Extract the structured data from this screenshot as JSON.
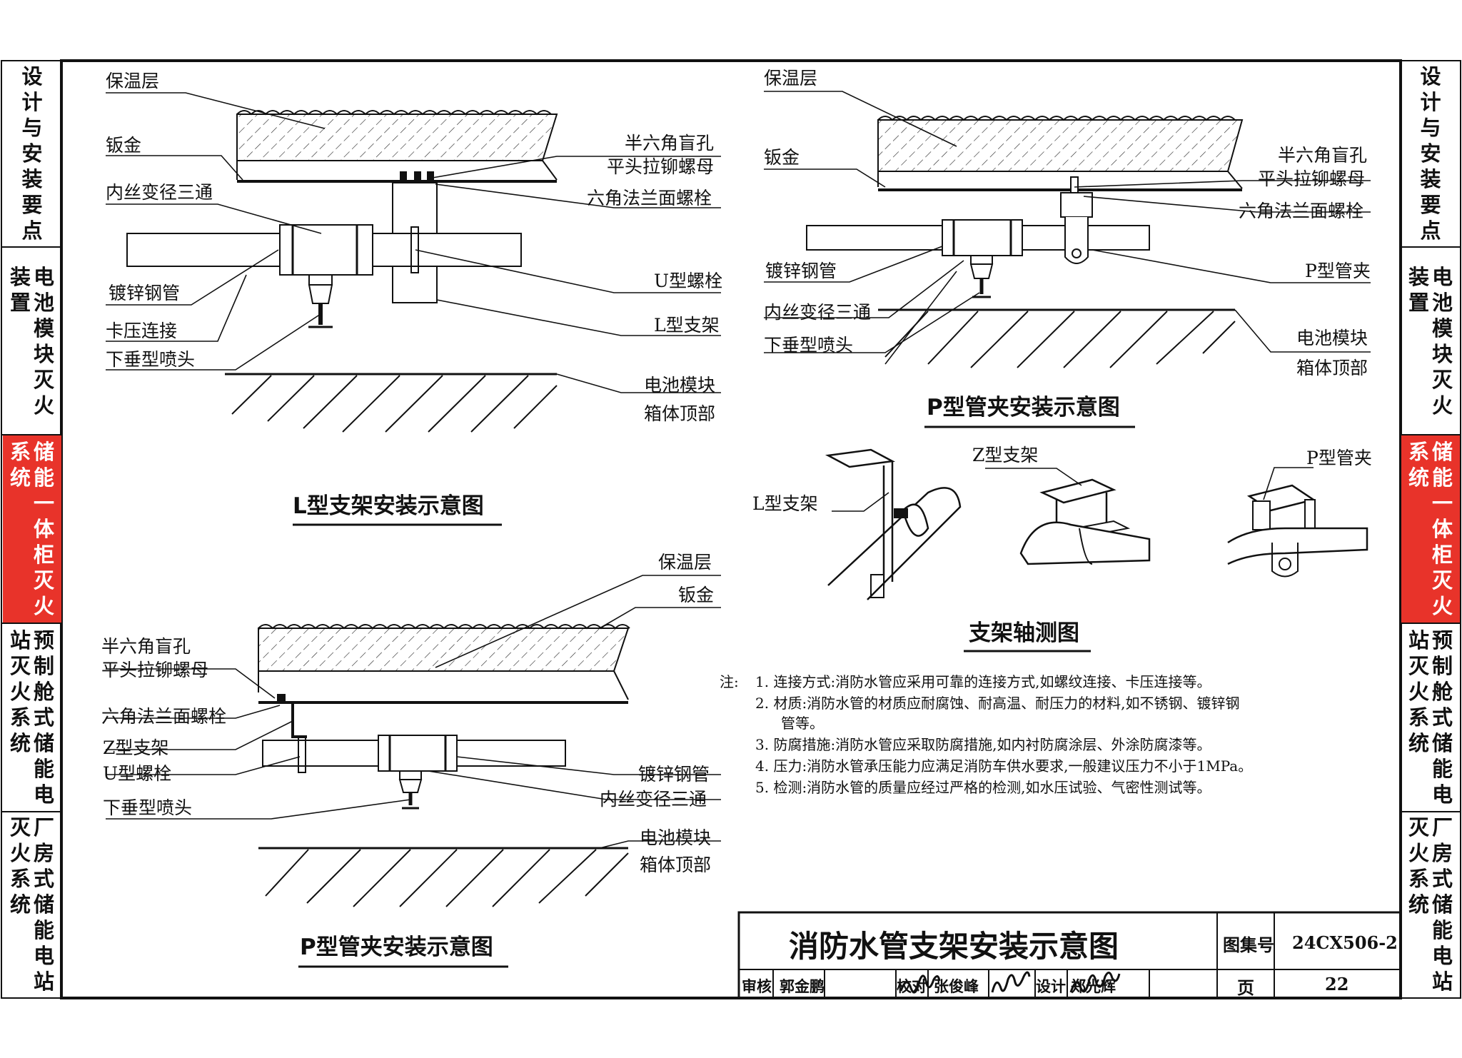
{
  "side_tabs": [
    {
      "id": "design",
      "lines": [
        "设计与安装要点"
      ],
      "active": false
    },
    {
      "id": "battery",
      "lines": [
        "电池模块灭火",
        "装置"
      ],
      "active": false
    },
    {
      "id": "cabinet",
      "lines": [
        "储能一体柜灭火",
        "系统"
      ],
      "active": true
    },
    {
      "id": "prefab",
      "lines": [
        "预制舱式储能电",
        "站灭火系统"
      ],
      "active": false
    },
    {
      "id": "factory",
      "lines": [
        "厂房式储能电站",
        "灭火系统"
      ],
      "active": false
    }
  ],
  "diagram_l_bracket": {
    "title": "L型支架安装示意图",
    "labels": {
      "insulation": "保温层",
      "sheet_metal": "钣金",
      "reducing_tee": "内丝变径三通",
      "galv_pipe": "镀锌钢管",
      "press_connect": "卡压连接",
      "pendent_sprinkler": "下垂型喷头",
      "blind_nut_1": "半六角盲孔",
      "blind_nut_2": "平头拉铆螺母",
      "flange_bolt": "六角法兰面螺栓",
      "u_bolt": "U型螺栓",
      "l_bracket": "L型支架",
      "battery_top_1": "电池模块",
      "battery_top_2": "箱体顶部"
    }
  },
  "diagram_p_clamp_top": {
    "title": "P型管夹安装示意图",
    "labels": {
      "insulation": "保温层",
      "sheet_metal": "钣金",
      "blind_nut_1": "半六角盲孔",
      "blind_nut_2": "平头拉铆螺母",
      "flange_bolt": "六角法兰面螺栓",
      "galv_pipe": "镀锌钢管",
      "reducing_tee": "内丝变径三通",
      "pendent_sprinkler": "下垂型喷头",
      "p_clamp": "P型管夹",
      "battery_top_1": "电池模块",
      "battery_top_2": "箱体顶部"
    }
  },
  "diagram_z_bracket": {
    "title": "P型管夹安装示意图",
    "labels": {
      "insulation": "保温层",
      "sheet_metal": "钣金",
      "blind_nut_1": "半六角盲孔",
      "blind_nut_2": "平头拉铆螺母",
      "flange_bolt": "六角法兰面螺栓",
      "z_bracket": "Z型支架",
      "u_bolt": "U型螺栓",
      "pendent_sprinkler": "下垂型喷头",
      "galv_pipe": "镀锌钢管",
      "reducing_tee": "内丝变径三通",
      "battery_top_1": "电池模块",
      "battery_top_2": "箱体顶部"
    }
  },
  "diagram_axonometric": {
    "title": "支架轴测图",
    "labels": {
      "l_bracket": "L型支架",
      "z_bracket": "Z型支架",
      "p_clamp": "P型管夹"
    }
  },
  "notes": {
    "prefix": "注:",
    "items": [
      "1. 连接方式:消防水管应采用可靠的连接方式,如螺纹连接、卡压连接等。",
      "2. 材质:消防水管的材质应耐腐蚀、耐高温、耐压力的材料,如不锈钢、镀锌钢",
      "管等。",
      "3. 防腐措施:消防水管应采取防腐措施,如内衬防腐涂层、外涂防腐漆等。",
      "4. 压力:消防水管承压能力应满足消防车供水要求,一般建议压力不小于1MPa。",
      "5. 检测:消防水管的质量应经过严格的检测,如水压试验、气密性测试等。"
    ]
  },
  "title_block": {
    "drawing_title": "消防水管支架安装示意图",
    "atlas_label": "图集号",
    "atlas_no": "24CX506-2",
    "page_label": "页",
    "page_no": "22",
    "review_label": "审核",
    "reviewer": "郭金鹏",
    "check_label": "校对",
    "checker": "张俊峰",
    "design_label": "设计",
    "designer": "郑光辉"
  }
}
